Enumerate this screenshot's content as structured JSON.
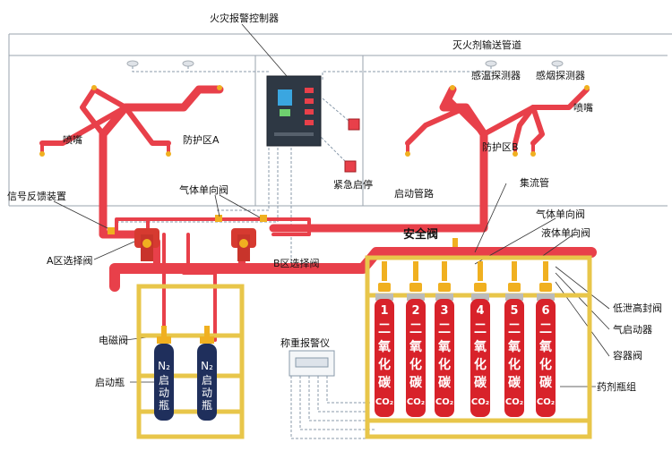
{
  "colors": {
    "pipe": "#e8404a",
    "frame": "#e8c64a",
    "co2_cylinder": "#d8222a",
    "n2_cylinder": "#1f2f5c",
    "valve": "#f0b020",
    "signal_line": "#8899aa"
  },
  "labels": {
    "fire_alarm_controller": "火灾报警控制器",
    "extinguishing_pipe": "灭火剂输送管道",
    "heat_detector": "感温探测器",
    "smoke_detector": "感烟探测器",
    "nozzle_a": "喷嘴",
    "nozzle_b": "喷嘴",
    "zone_a": "防护区A",
    "zone_b": "防护区B",
    "emergency_stop": "紧急启停",
    "start_pipe": "启动管路",
    "manifold": "集流管",
    "signal_feedback": "信号反馈装置",
    "gas_check_valve_top": "气体单向阀",
    "gas_check_valve_right": "气体单向阀",
    "safety_valve": "安全阀",
    "liquid_check_valve": "液体单向阀",
    "selector_a": "A区选择阀",
    "selector_b": "B区选择阀",
    "low_leak_valve": "低泄高封阀",
    "pneumatic_actuator": "气启动器",
    "container_valve": "容器阀",
    "solenoid_valve": "电磁阀",
    "weighing_alarm": "称重报警仪",
    "start_bottle": "启动瓶",
    "agent_bottle_group": "药剂瓶组"
  },
  "co2_cylinders": [
    {
      "number": "1",
      "chars": [
        "二",
        "氧",
        "化",
        "碳"
      ],
      "formula": "CO₂"
    },
    {
      "number": "2",
      "chars": [
        "二",
        "氧",
        "化",
        "碳"
      ],
      "formula": "CO₂"
    },
    {
      "number": "3",
      "chars": [
        "二",
        "氧",
        "化",
        "碳"
      ],
      "formula": "CO₂"
    },
    {
      "number": "4",
      "chars": [
        "二",
        "氧",
        "化",
        "碳"
      ],
      "formula": "CO₂"
    },
    {
      "number": "5",
      "chars": [
        "二",
        "氧",
        "化",
        "碳"
      ],
      "formula": "CO₂"
    },
    {
      "number": "6",
      "chars": [
        "二",
        "氧",
        "化",
        "碳"
      ],
      "formula": "CO₂"
    }
  ],
  "n2_cylinders": [
    {
      "formula": "N₂",
      "chars": [
        "启",
        "动",
        "瓶"
      ]
    },
    {
      "formula": "N₂",
      "chars": [
        "启",
        "动",
        "瓶"
      ]
    }
  ]
}
